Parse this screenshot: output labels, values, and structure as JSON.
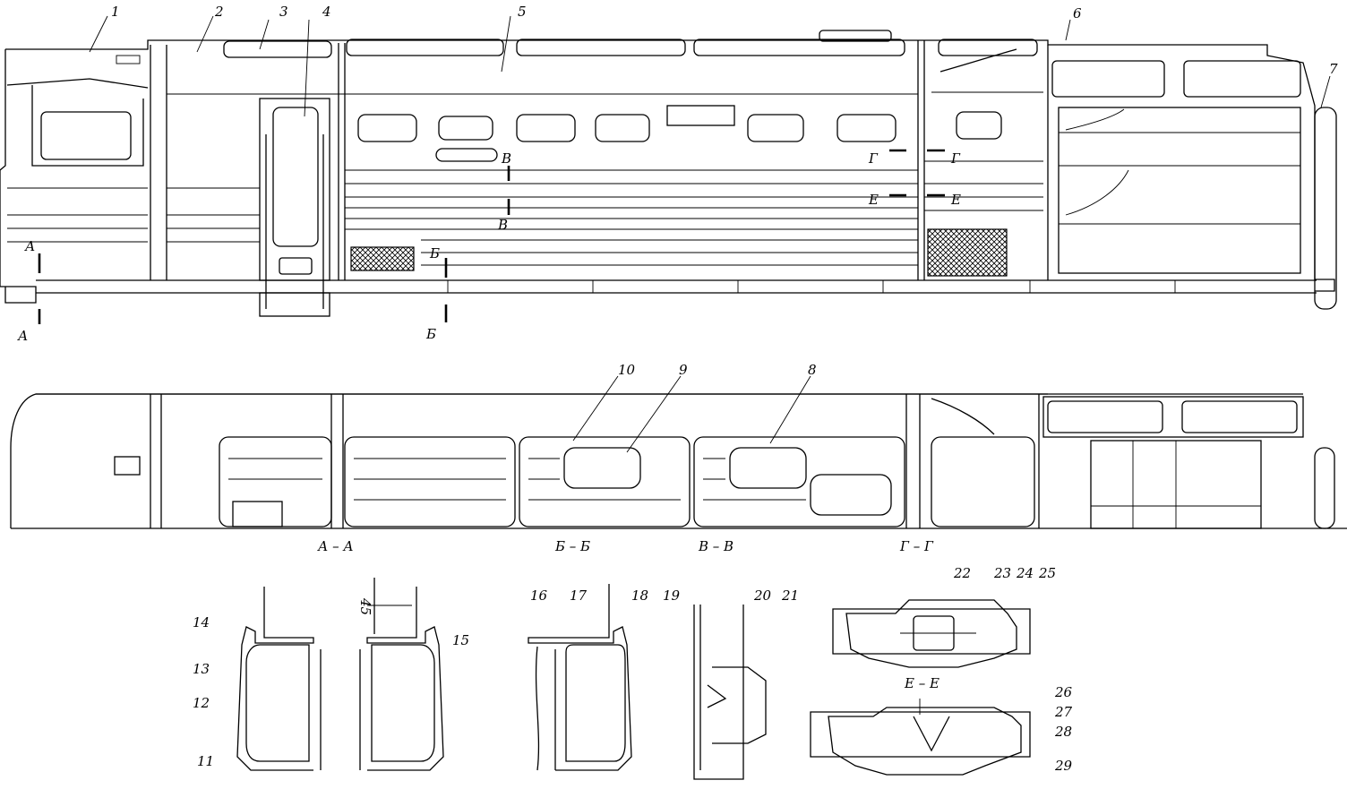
{
  "callouts": [
    "1",
    "2",
    "3",
    "4",
    "5",
    "6",
    "7",
    "8",
    "9",
    "10",
    "11",
    "12",
    "13",
    "14",
    "15",
    "16",
    "17",
    "18",
    "19",
    "20",
    "21",
    "22",
    "23",
    "24",
    "25",
    "26",
    "27",
    "28",
    "29"
  ],
  "section_marks": {
    "a": "А",
    "b": "Б",
    "v": "В",
    "g": "Г",
    "e": "Е"
  },
  "section_titles": {
    "aa": "А – А",
    "bb": "Б – Б",
    "vv": "В – В",
    "gg": "Г – Г",
    "ee": "Е – Е"
  },
  "dimension": "45"
}
